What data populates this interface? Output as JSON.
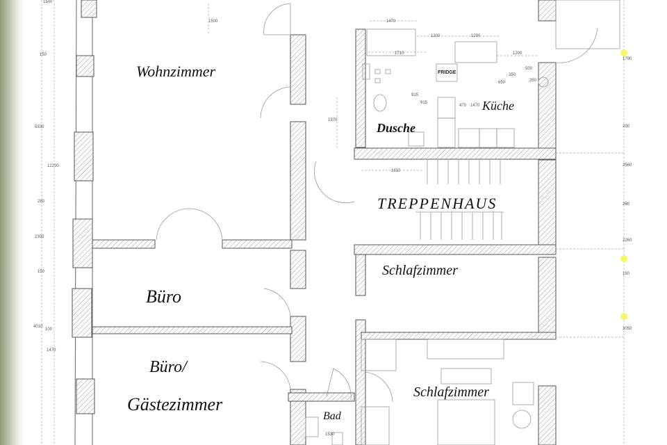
{
  "rooms": {
    "wohnzimmer": "Wohnzimmer",
    "kueche": "Küche",
    "dusche": "Dusche",
    "treppenhaus": "TREPPENHAUS",
    "schlafzimmer_1": "Schlafzimmer",
    "buero": "Büro",
    "buero_gaeste_line1": "Büro/",
    "buero_gaeste_line2": "Gästezimmer",
    "schlafzimmer_2": "Schlafzimmer",
    "bad": "Bad"
  },
  "appliance_labels": {
    "fridge": "FRIDGE"
  },
  "dimensions_left": [
    "1500",
    "150",
    "5330",
    "12230",
    "280",
    "2300",
    "150",
    "4010",
    "100",
    "1470"
  ],
  "dimensions_right": [
    "1790",
    "200",
    "2560",
    "280",
    "2260",
    "150",
    "3050"
  ],
  "dimensions_inner": {
    "top_1": "1470",
    "top_2": "1200",
    "top_3": "1200",
    "top_4": "1710",
    "top_5": "1200",
    "k_500": "500",
    "k_350a": "350",
    "k_350b": "350",
    "k_650": "650",
    "d_915a": "915",
    "d_915b": "915",
    "k_470": "470",
    "k_1470": "1470",
    "left_1970": "1970",
    "stair_1910": "1910",
    "bad_1530": "1530"
  },
  "colors": {
    "highlight": "#f5f542",
    "background": "#ffffff",
    "shadow": "#9aa38a"
  }
}
